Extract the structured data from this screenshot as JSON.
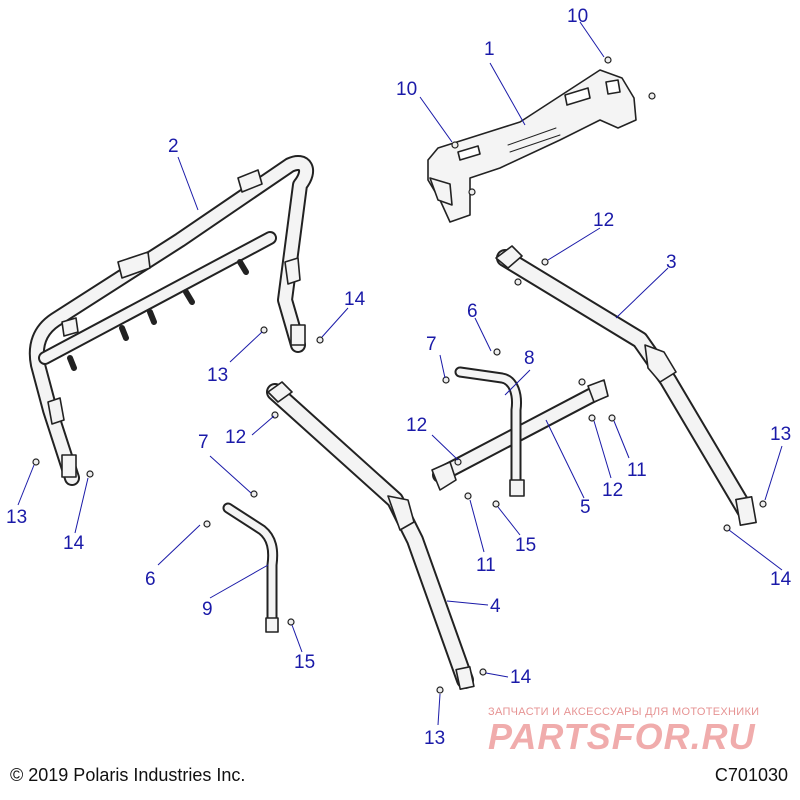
{
  "callouts": [
    {
      "id": "c1",
      "text": "1"
    },
    {
      "id": "c2",
      "text": "2"
    },
    {
      "id": "c3",
      "text": "3"
    },
    {
      "id": "c4",
      "text": "4"
    },
    {
      "id": "c5",
      "text": "5"
    },
    {
      "id": "c6a",
      "text": "6"
    },
    {
      "id": "c6b",
      "text": "6"
    },
    {
      "id": "c7a",
      "text": "7"
    },
    {
      "id": "c7b",
      "text": "7"
    },
    {
      "id": "c8",
      "text": "8"
    },
    {
      "id": "c9",
      "text": "9"
    },
    {
      "id": "c10a",
      "text": "10"
    },
    {
      "id": "c10b",
      "text": "10"
    },
    {
      "id": "c11a",
      "text": "11"
    },
    {
      "id": "c11b",
      "text": "11"
    },
    {
      "id": "c12a",
      "text": "12"
    },
    {
      "id": "c12b",
      "text": "12"
    },
    {
      "id": "c12c",
      "text": "12"
    },
    {
      "id": "c12d",
      "text": "12"
    },
    {
      "id": "c13a",
      "text": "13"
    },
    {
      "id": "c13b",
      "text": "13"
    },
    {
      "id": "c13c",
      "text": "13"
    },
    {
      "id": "c13d",
      "text": "13"
    },
    {
      "id": "c14a",
      "text": "14"
    },
    {
      "id": "c14b",
      "text": "14"
    },
    {
      "id": "c14c",
      "text": "14"
    },
    {
      "id": "c14d",
      "text": "14"
    },
    {
      "id": "c15a",
      "text": "15"
    },
    {
      "id": "c15b",
      "text": "15"
    }
  ],
  "footer": {
    "copyright": "© 2019 Polaris Industries Inc.",
    "diagram_code": "C701030"
  },
  "watermark": {
    "tagline": "ЗАПЧАСТИ И АКСЕССУАРЫ ДЛЯ МОТОТЕХНИКИ",
    "logo": "PARTSFOR.RU"
  },
  "colors": {
    "callout": "#1a1aa8",
    "line_art": "#222222",
    "watermark": "#e04848"
  }
}
